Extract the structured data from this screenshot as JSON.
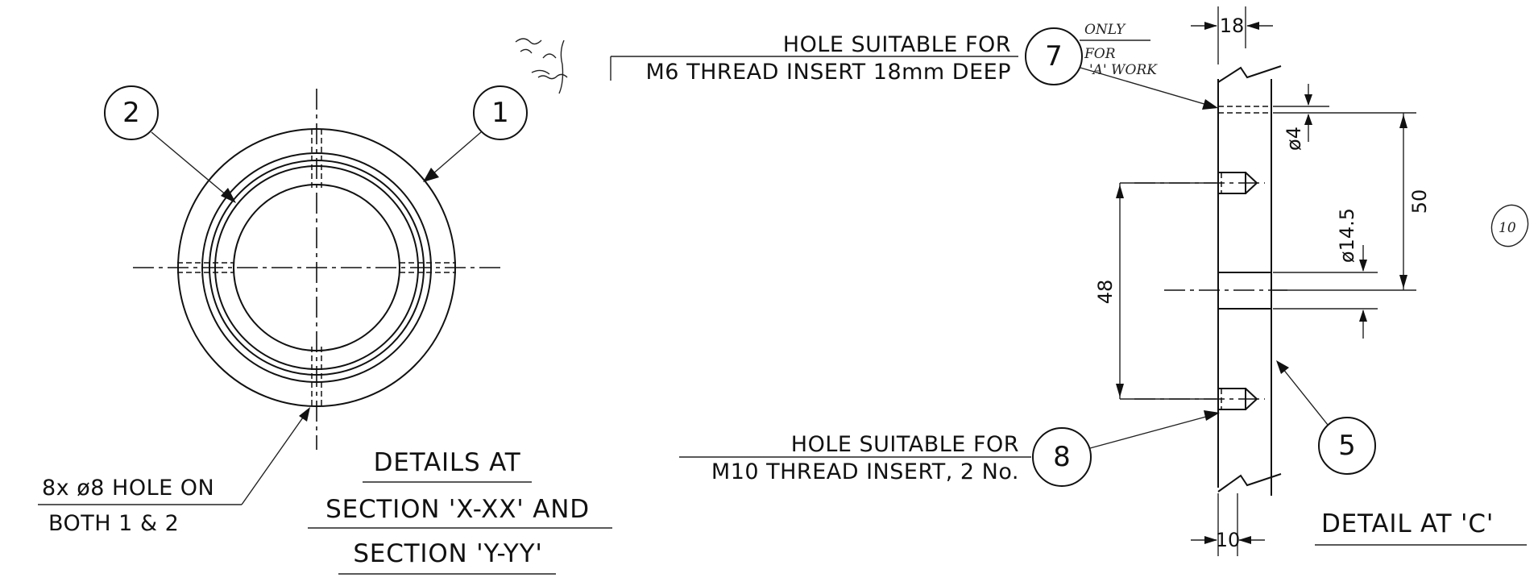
{
  "balloons": {
    "b1": "1",
    "b2": "2",
    "b5": "5",
    "b7": "7",
    "b8": "8",
    "b10": "10"
  },
  "notes": {
    "hole_m6_line1": "HOLE SUITABLE FOR",
    "hole_m6_line2": "M6 THREAD INSERT 18mm DEEP",
    "hole_m10_line1": "HOLE SUITABLE FOR",
    "hole_m10_line2": "M10 THREAD INSERT, 2 No.",
    "holes_8x_line1": "8x ø8 HOLE ON",
    "holes_8x_line2": "BOTH 1 & 2",
    "handwritten_only": "ONLY",
    "handwritten_for": "FOR",
    "handwritten_awork": "'A' WORK"
  },
  "titles": {
    "details_line1": "DETAILS AT",
    "details_line2": "SECTION 'X-XX' AND",
    "details_line3": "SECTION 'Y-YY'",
    "detail_c": "DETAIL AT 'C'"
  },
  "dimensions": {
    "top_width": "18",
    "bottom_width": "10",
    "dia_small": "ø4",
    "dia_large": "ø14.5",
    "height_50": "50",
    "height_48": "48"
  }
}
